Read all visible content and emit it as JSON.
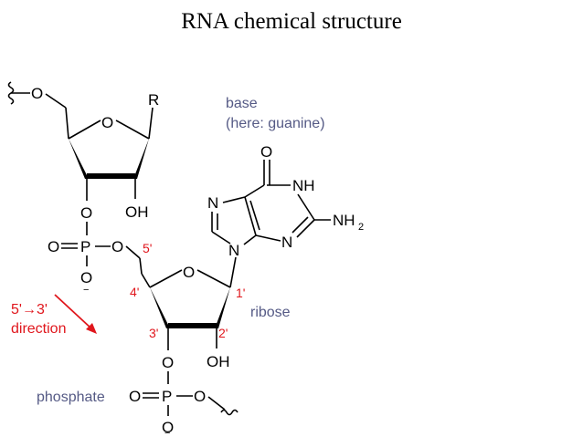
{
  "title": "RNA chemical structure",
  "colors": {
    "label": "#555a85",
    "numbering": "#e0161c",
    "bonds": "#000000"
  },
  "labels": {
    "base": "base",
    "base_note": "(here: guanine)",
    "ribose": "ribose",
    "phosphate": "phosphate",
    "direction_line1": "5'→3'",
    "direction_line2": "direction"
  },
  "atoms": {
    "o_chain_top": "O",
    "r_group": "R",
    "o_ring_top": "O",
    "o_3prime_top": "O",
    "oh_top": "OH",
    "o_double_top": "O",
    "p_top": "P",
    "o_link_top": "O",
    "o_minus_top": "O",
    "o_ring": "O",
    "o_3prime": "O",
    "oh": "OH",
    "o_double": "O",
    "p": "P",
    "o_link": "O",
    "o_minus": "O",
    "o_carbonyl": "O",
    "nh": "NH",
    "n_7": "N",
    "n_3": "N",
    "n_9": "N",
    "nh2": "NH",
    "nh2_subscript": "2",
    "minus_sign": "−"
  },
  "numbering": {
    "c5_top": "5'",
    "c4": "4'",
    "c1": "1'",
    "c3": "3'",
    "c2": "2'"
  }
}
